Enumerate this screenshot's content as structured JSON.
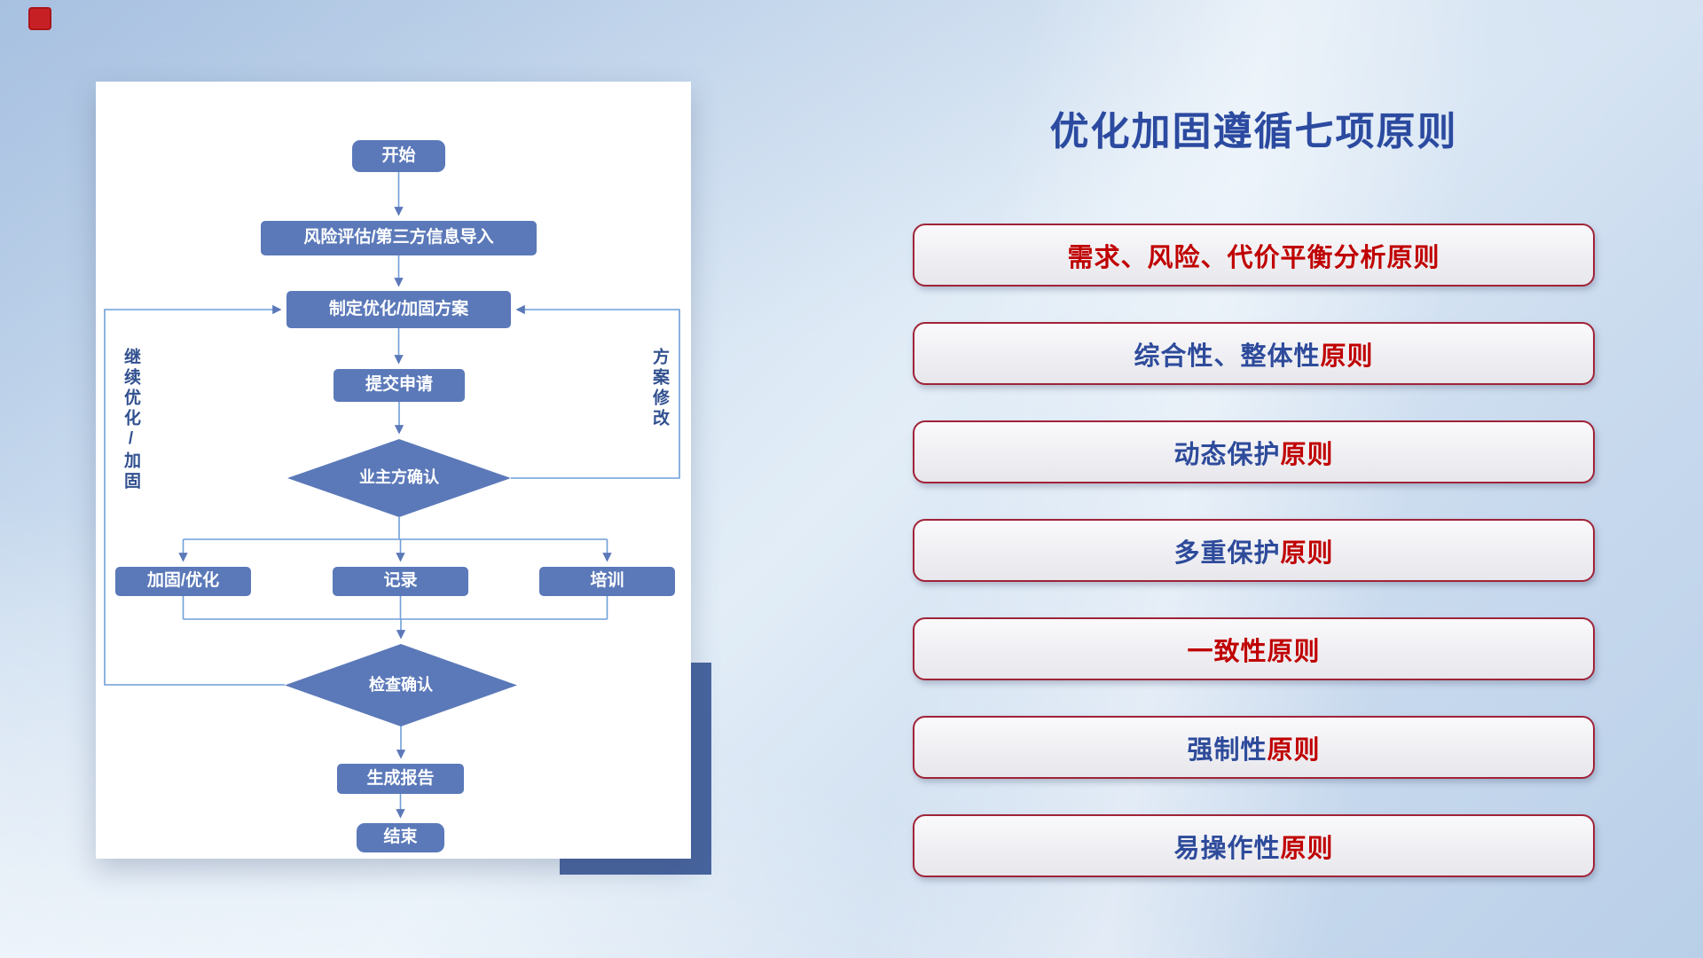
{
  "flowchart": {
    "nodes": {
      "start": "开始",
      "risk_import": "风险评估/第三方信息导入",
      "make_plan": "制定优化/加固方案",
      "submit_request": "提交申请",
      "owner_confirm": "业主方确认",
      "reinforce_optimize": "加固/优化",
      "record": "记录",
      "training": "培训",
      "check_confirm": "检查确认",
      "generate_report": "生成报告",
      "end": "结束"
    },
    "loop_labels": {
      "left": "继续优化/加固",
      "right": "方案修改"
    }
  },
  "principles": {
    "title": "优化加固遵循七项原则",
    "items": [
      {
        "segments": [
          {
            "text": "需求、风险、代价平衡分析原则",
            "color": "#c00000"
          }
        ]
      },
      {
        "segments": [
          {
            "text": "综合性、整体性",
            "color": "#2e4b9b"
          },
          {
            "text": "原则",
            "color": "#c00000"
          }
        ]
      },
      {
        "segments": [
          {
            "text": "动态保护",
            "color": "#2e4b9b"
          },
          {
            "text": "原则",
            "color": "#c00000"
          }
        ]
      },
      {
        "segments": [
          {
            "text": "多重保护",
            "color": "#2e4b9b"
          },
          {
            "text": "原则",
            "color": "#c00000"
          }
        ]
      },
      {
        "segments": [
          {
            "text": "一致性原则",
            "color": "#c00000"
          }
        ]
      },
      {
        "segments": [
          {
            "text": "强制性",
            "color": "#2e4b9b"
          },
          {
            "text": "原则",
            "color": "#c00000"
          }
        ]
      },
      {
        "segments": [
          {
            "text": "易操作性",
            "color": "#2e4b9b"
          },
          {
            "text": "原则",
            "color": "#c00000"
          }
        ]
      }
    ]
  },
  "colors": {
    "title_blue": "#2b4aa0",
    "node_fill": "#5b79b9",
    "connector_blue": "#6f9fd8",
    "pill_border_red": "#a02338",
    "text_blue": "#2e4b9b",
    "text_red": "#c00000",
    "accent_block_blue": "#47649e"
  }
}
